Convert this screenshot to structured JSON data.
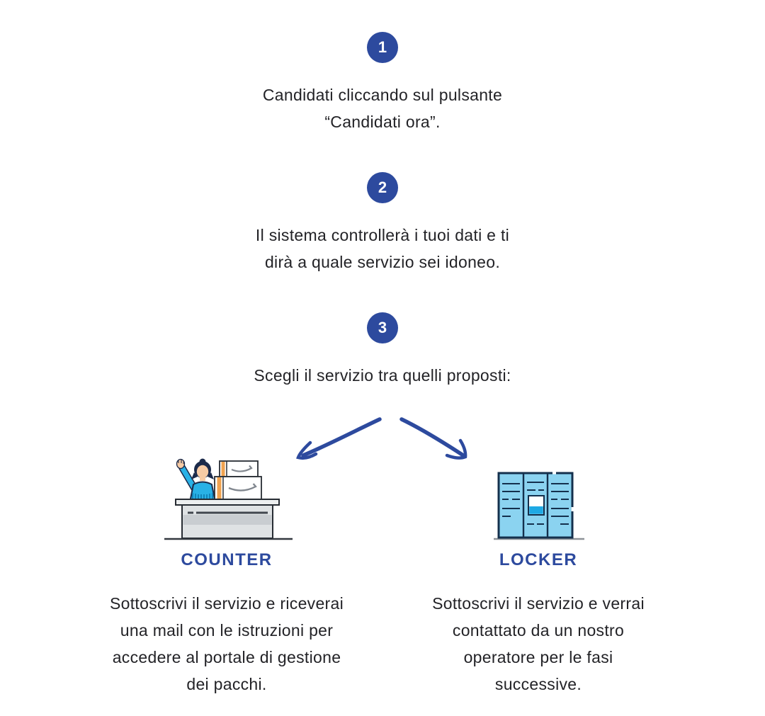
{
  "colors": {
    "accent_blue": "#2d4a9e",
    "text_dark": "#232327",
    "locker_blue": "#8bd3f0",
    "screen_blue": "#1ea9e4",
    "tape_orange": "#f0a24f",
    "shirt_cyan": "#29b1e6"
  },
  "steps": [
    {
      "number": "1",
      "lines": [
        "Candidati cliccando sul pulsante",
        "“Candidati ora”."
      ]
    },
    {
      "number": "2",
      "lines": [
        "Il sistema controllerà i tuoi dati e ti",
        "dirà a quale servizio sei idoneo."
      ]
    },
    {
      "number": "3",
      "lines": [
        "Scegli il servizio tra quelli proposti:"
      ]
    }
  ],
  "options": [
    {
      "label": "COUNTER",
      "icon": "counter-illustration",
      "desc_lines": [
        "Sottoscrivi il servizio e riceverai",
        "una mail con le istruzioni per",
        "accedere al portale di gestione",
        "dei pacchi."
      ]
    },
    {
      "label": "LOCKER",
      "icon": "locker-illustration",
      "desc_lines": [
        "Sottoscrivi il servizio e verrai",
        "contattato da un nostro",
        "operatore per le fasi",
        "successive."
      ]
    }
  ]
}
